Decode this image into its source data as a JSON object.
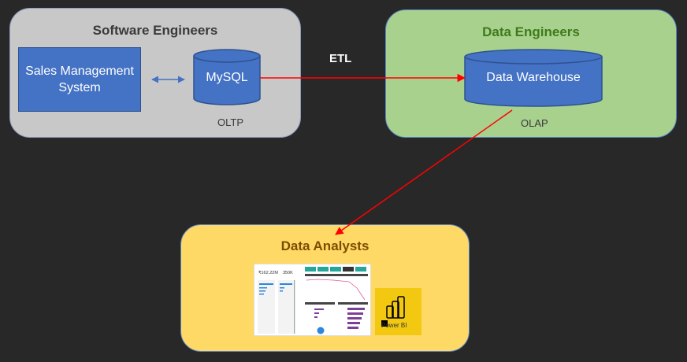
{
  "groups": {
    "software_engineers": {
      "title": "Software Engineers",
      "subtitle": "OLTP"
    },
    "data_engineers": {
      "title": "Data Engineers",
      "subtitle": "OLAP"
    },
    "data_analysts": {
      "title": "Data Analysts"
    }
  },
  "nodes": {
    "sales_system": "Sales Management System",
    "mysql": "MySQL",
    "data_warehouse": "Data Warehouse"
  },
  "edges": {
    "etl_label": "ETL"
  },
  "dashboard": {
    "kpi1": "₹162.22M",
    "kpi2": "350K",
    "powerbi_label": "Power BI"
  },
  "colors": {
    "background": "#282828",
    "swe_box": "#c8c8c8",
    "de_box": "#a9d18e",
    "da_box": "#ffd966",
    "node_fill": "#4472c4",
    "etl_arrow": "#ff0000",
    "bidir_arrow": "#4472c4",
    "powerbi": "#f2c811"
  }
}
